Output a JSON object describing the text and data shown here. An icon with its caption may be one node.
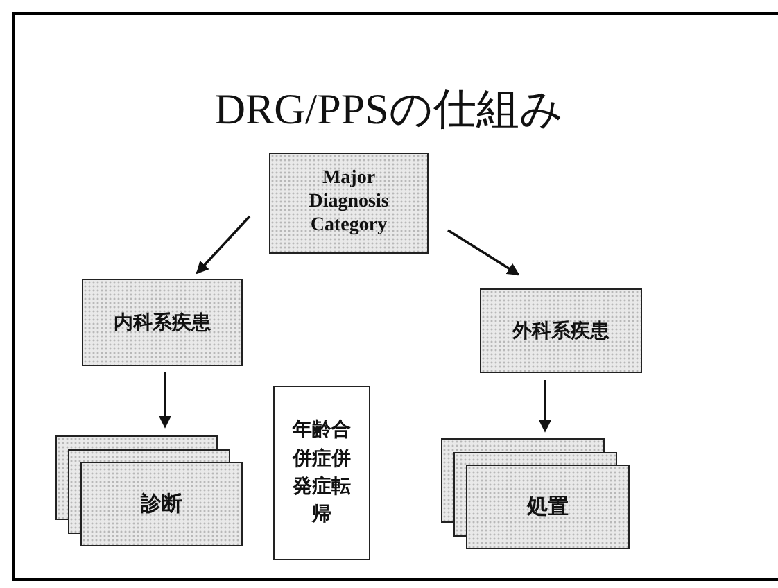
{
  "diagram": {
    "title": "DRG/PPSの仕組み",
    "nodes": [
      {
        "text": [
          "Major Diagnosis Category"
        ]
      },
      {
        "text": [
          "内科系疾患"
        ]
      },
      {
        "text": [
          "外科系疾患"
        ]
      },
      {
        "text": [
          "診断"
        ]
      },
      {
        "text": [
          "年齢合併症併発症転帰"
        ]
      },
      {
        "text": [
          "処置"
        ]
      }
    ],
    "edges": [
      {
        "from": 0,
        "to": 1,
        "arrow": "to"
      },
      {
        "from": 0,
        "to": 2,
        "arrow": "to"
      },
      {
        "from": 1,
        "to": 3,
        "arrow": "to"
      },
      {
        "from": 2,
        "to": 5,
        "arrow": "to"
      }
    ]
  }
}
